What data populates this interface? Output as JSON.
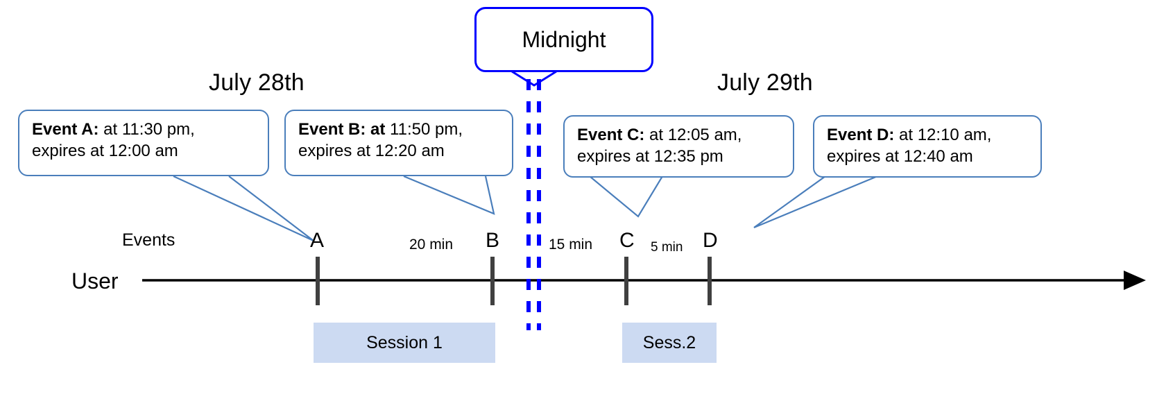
{
  "diagram": {
    "title_note": "Session timeline across midnight boundary",
    "colors": {
      "callout_border": "#4a7ebb",
      "midnight_blue": "#0000ff",
      "session_fill": "#ccdaf2",
      "tick_gray": "#404040",
      "axis_black": "#000000"
    },
    "dates": [
      {
        "label": "July 28th"
      },
      {
        "label": "July 29th"
      }
    ],
    "midnight": {
      "label": "Midnight"
    },
    "axis": {
      "name": "User",
      "events_row_label": "Events"
    },
    "events": [
      {
        "letter": "A",
        "bold": "Event A:",
        "rest": " at 11:30 pm,",
        "line2": "expires at 12:00 am"
      },
      {
        "letter": "B",
        "bold": "Event B: at",
        "rest": " 11:50 pm,",
        "line2": "expires at 12:20 am"
      },
      {
        "letter": "C",
        "bold": "Event C:",
        "rest": " at 12:05 am,",
        "line2": "expires at 12:35 pm"
      },
      {
        "letter": "D",
        "bold": "Event D:",
        "rest": "  at 12:10 am,",
        "line2": "expires at 12:40 am"
      }
    ],
    "gaps": [
      {
        "label": "20 min"
      },
      {
        "label": "15 min"
      },
      {
        "label": "5 min"
      }
    ],
    "sessions": [
      {
        "label": "Session 1"
      },
      {
        "label": "Sess.2"
      }
    ]
  }
}
